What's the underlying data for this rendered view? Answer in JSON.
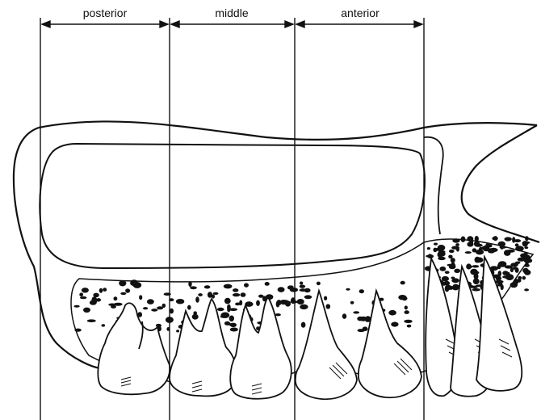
{
  "regions": [
    {
      "label": "posterior"
    },
    {
      "label": "middle"
    },
    {
      "label": "anterior"
    }
  ],
  "colors": {
    "ink": "#111111",
    "paper": "#ffffff"
  }
}
